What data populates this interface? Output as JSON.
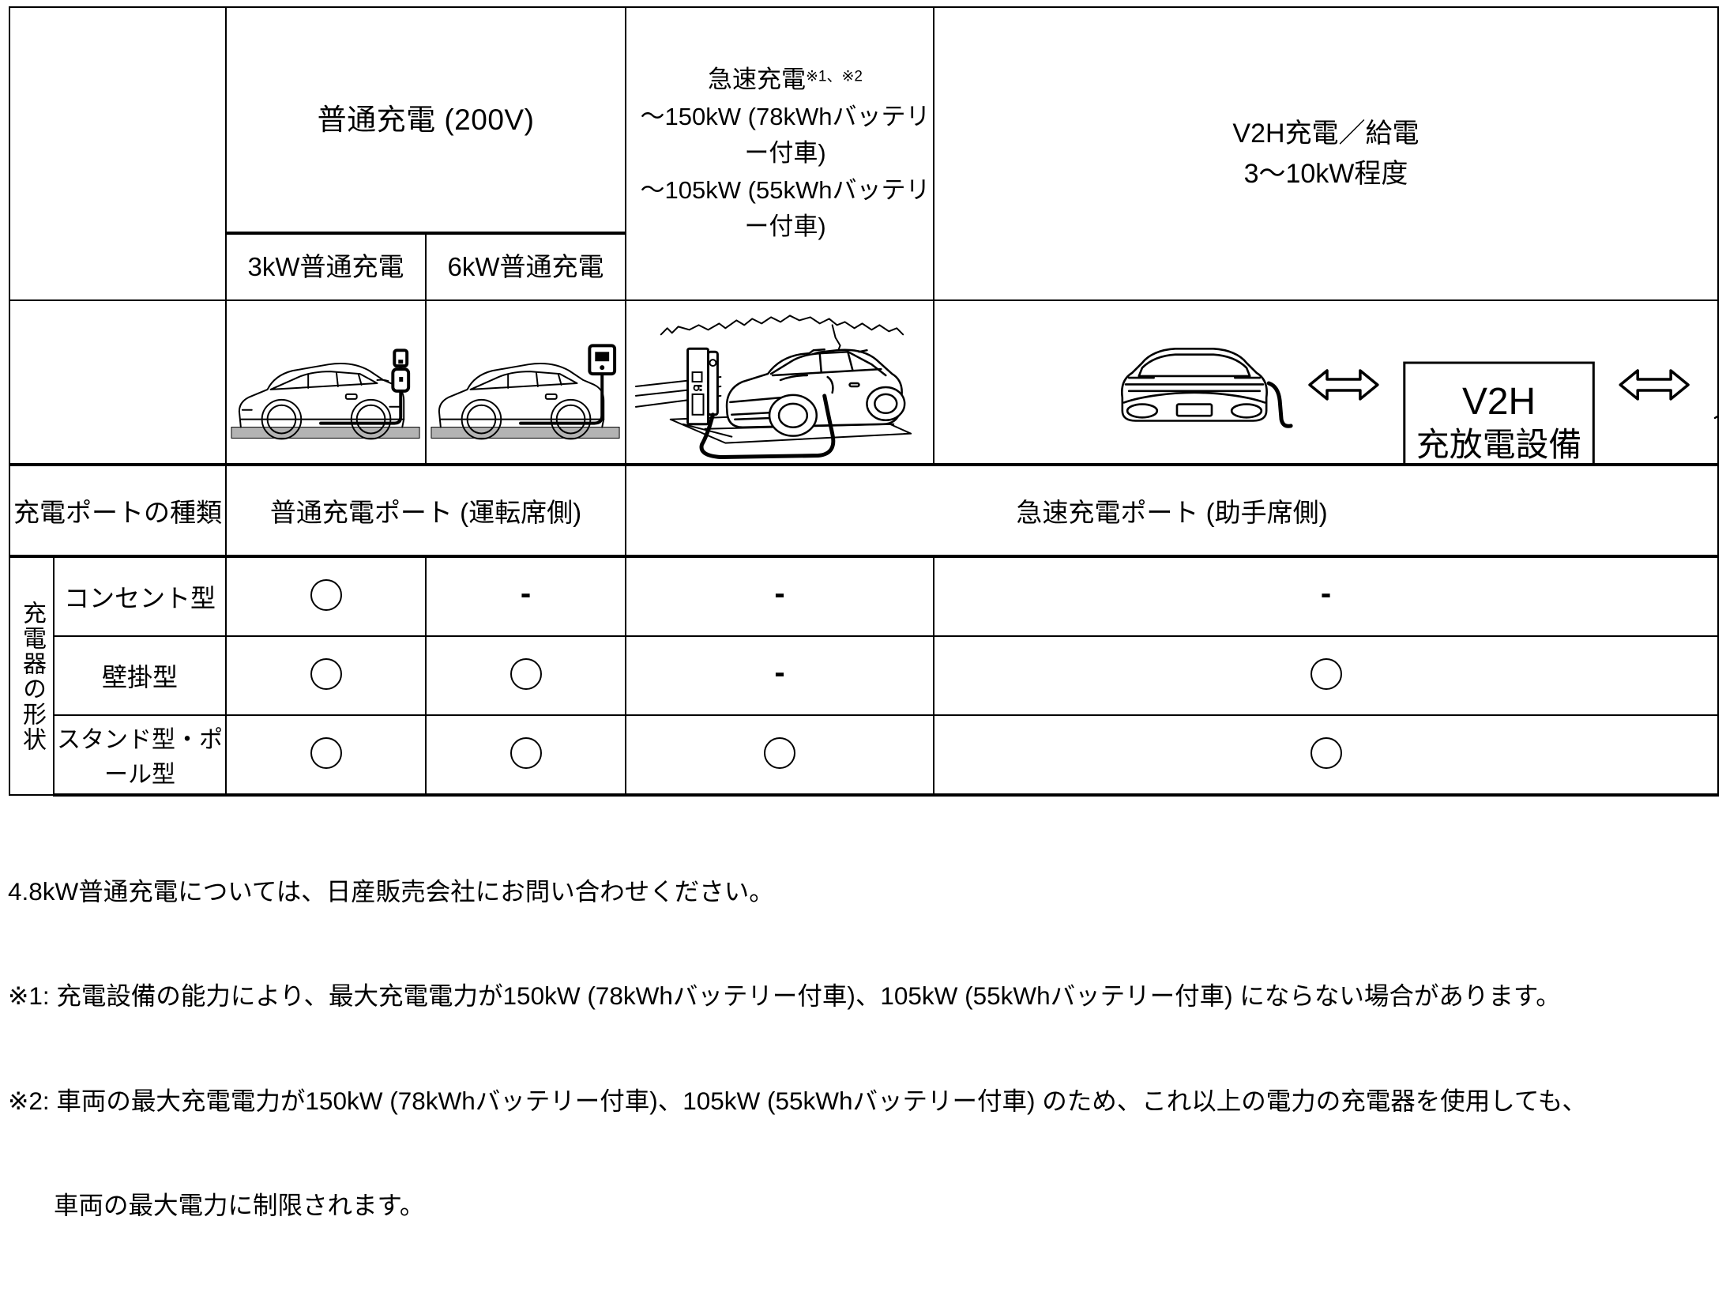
{
  "table": {
    "headers": {
      "normal_charge": "普通充電 (200V)",
      "normal_3kw": "3kW普通充電",
      "normal_6kw": "6kW普通充電",
      "quick_charge_title": "急速充電",
      "quick_charge_marks": "※1、※2",
      "quick_charge_line1": "〜150kW  (78kWhバッテリー付車)",
      "quick_charge_line2": "〜105kW  (55kWhバッテリー付車)",
      "v2h_line1": "V2H充電／給電",
      "v2h_line2": "3〜10kW程度"
    },
    "port_row": {
      "label": "充電ポートの種類",
      "normal_port": "普通充電ポート (運転席側)",
      "quick_port": "急速充電ポート (助手席側)"
    },
    "shape_axis_label": "充電器の形状",
    "rows": [
      {
        "label": "コンセント型",
        "values": [
          "○",
          "-",
          "-",
          "-"
        ]
      },
      {
        "label": "壁掛型",
        "values": [
          "○",
          "○",
          "-",
          "○"
        ]
      },
      {
        "label": "スタンド型・ポール型",
        "values": [
          "○",
          "○",
          "○",
          "○"
        ]
      }
    ],
    "v2h_box": {
      "line1": "V2H",
      "line2": "充放電設備"
    }
  },
  "notes": [
    "4.8kW普通充電については、日産販売会社にお問い合わせください。",
    "※1: 充電設備の能力により、最大充電電力が150kW (78kWhバッテリー付車)、105kW (55kWhバッテリー付車) にならない場合があります。",
    "※2: 車両の最大充電電力が150kW (78kWhバッテリー付車)、105kW (55kWhバッテリー付車) のため、これ以上の電力の充電器を使用しても、",
    "車両の最大電力に制限されます。"
  ],
  "colors": {
    "line": "#000000",
    "ground": "#b3b3b3",
    "background": "#ffffff"
  }
}
